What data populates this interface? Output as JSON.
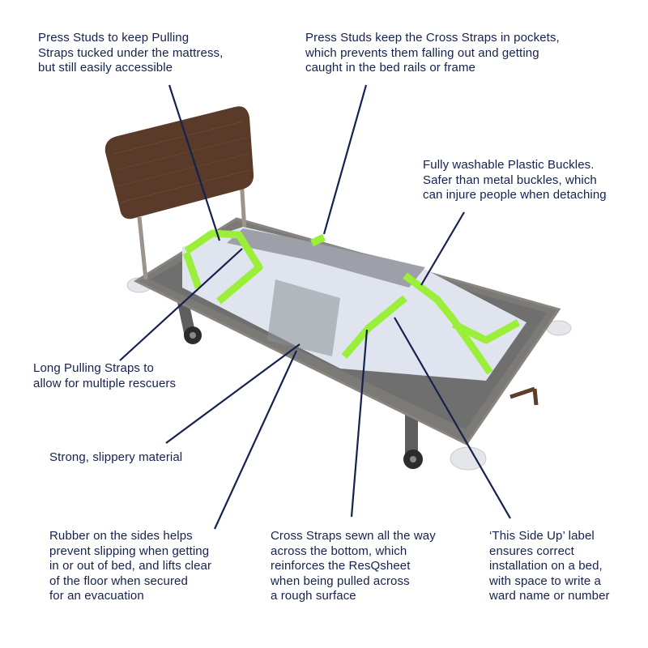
{
  "colors": {
    "text": "#15214f",
    "leader_line": "#15214f",
    "strap": "#9bef3b",
    "sheet": "#dfe4ee",
    "headboard": "#5a3a28",
    "frame": "#8a8580",
    "base": "#6e6e6e"
  },
  "callouts": {
    "press_studs_pulling": "Press Studs to keep Pulling\nStraps tucked under the mattress,\nbut still easily accessible",
    "press_studs_cross": "Press Studs keep the Cross Straps in pockets,\nwhich prevents them falling out and getting\ncaught in the bed rails or frame",
    "buckles": "Fully washable Plastic Buckles.\nSafer than metal buckles, which\ncan injure people when detaching",
    "long_pulling": "Long Pulling Straps to\nallow for multiple rescuers",
    "material": "Strong, slippery material",
    "rubber": "Rubber on the sides helps\nprevent slipping when getting\nin or out of bed, and lifts clear\nof the floor when secured\nfor an evacuation",
    "cross_straps": "Cross Straps sewn all the way\nacross the bottom, which\nreinforces the ResQsheet\nwhen being  pulled across\na rough surface",
    "this_side_up": "‘This Side Up’ label\nensures correct\ninstallation on a bed,\nwith space to write a\nward name or number"
  }
}
